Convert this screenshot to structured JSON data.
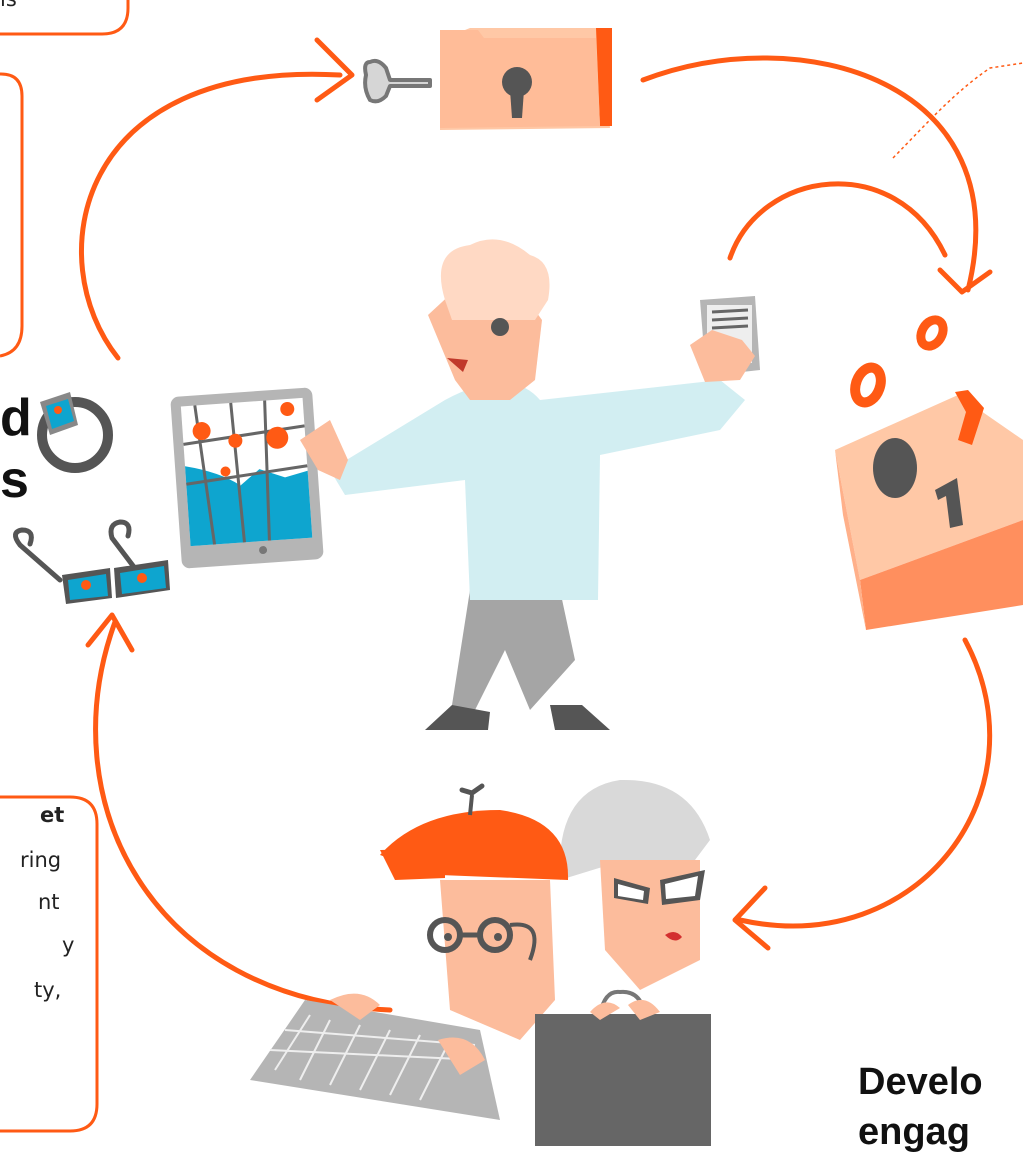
{
  "palette": {
    "accent": "#ff5a14",
    "peach": "#ffb48a",
    "light_peach": "#ffc8a6",
    "skin": "#fcbc9c",
    "shirt": "#d2eef2",
    "pants": "#a5a5a5",
    "dark_gray": "#666666",
    "map_blue": "#0ea5cf"
  },
  "icons": {
    "key": "key-icon",
    "folder": "locked-folder-icon",
    "data_box": "binary-data-box-icon",
    "tablet": "tablet-map-icon",
    "phone": "smartphone-icon",
    "watch": "smartwatch-icon",
    "glasses": "smart-glasses-icon"
  },
  "text": {
    "top_box_fragment": "ls",
    "left_big_fragment_1": "d",
    "left_big_fragment_2": "s",
    "bottom_box_line_1": "et",
    "bottom_box_line_2": "ring",
    "bottom_box_line_3": "nt",
    "bottom_box_line_4": "y",
    "bottom_box_line_5": "ty,",
    "developer_title_line_1": "Develo",
    "developer_title_line_2": "engag"
  }
}
